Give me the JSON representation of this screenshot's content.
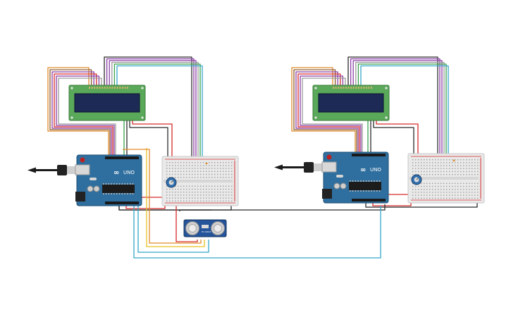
{
  "scene": {
    "background": "#ffffff",
    "components": {
      "arduino": {
        "label": "UNO",
        "brand_mark": "∞",
        "board_color": "#2f6f9f",
        "name": "Arduino Uno"
      },
      "lcd": {
        "name": "LCD 16x2",
        "frame_color": "#5aa85a",
        "screen_color": "#1c2a55"
      },
      "breadboard": {
        "name": "Breadboard"
      },
      "potentiometer": {
        "name": "Potentiometer"
      },
      "ultrasonic": {
        "name": "Ultrasonic Distance Sensor",
        "label": "HC-SR04",
        "board_color": "#24549a"
      }
    },
    "wire_colors": {
      "black": "#2b2b2b",
      "purple": "#8b3fa6",
      "red": "#d62b2b",
      "orange": "#e08a2a",
      "yellow": "#e6c21f",
      "green": "#37a24a",
      "cyan": "#33a6c9",
      "gray": "#9a9a9a",
      "brown": "#8b5a2b"
    }
  }
}
